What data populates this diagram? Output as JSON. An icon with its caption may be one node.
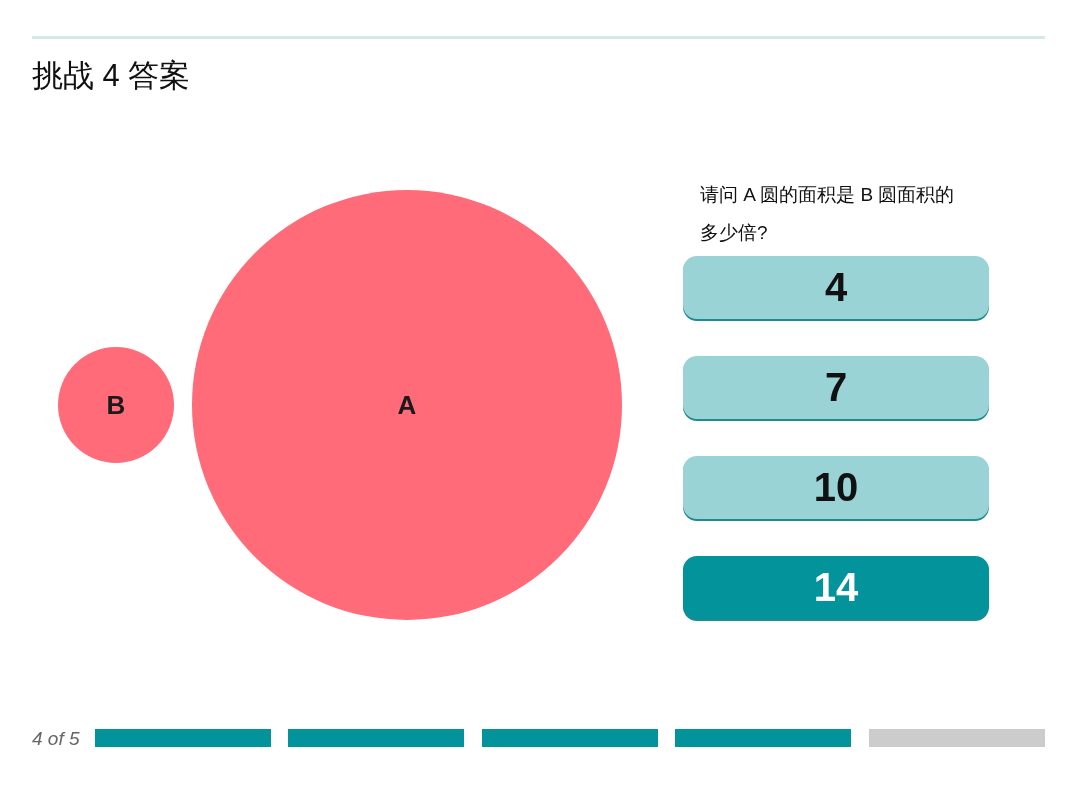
{
  "diagram": {
    "title": "挑战 4 答案",
    "nodes": [
      {
        "text": [
          "B"
        ]
      },
      {
        "text": [
          "A"
        ]
      },
      {
        "text": [
          "4"
        ]
      },
      {
        "text": [
          "7"
        ]
      },
      {
        "text": [
          "10"
        ]
      },
      {
        "text": [
          "14"
        ]
      }
    ],
    "labels": [
      "请问 A 圆的面积是 B 圆面积的多少倍?",
      "4 of 5"
    ]
  }
}
